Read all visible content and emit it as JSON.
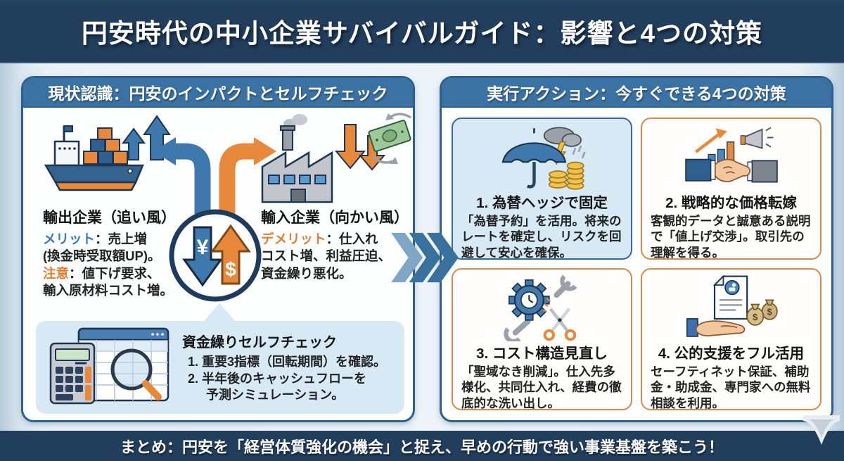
{
  "title": "円安時代の中小企業サバイバルガイド：影響と4つの対策",
  "left_panel": {
    "header": "現状認識：円安のインパクトとセルフチェック",
    "export": {
      "title": "輸出企業（追い風）",
      "merit_label": "メリット",
      "merit_text": "：売上増",
      "merit_text2": "(換金時受取額UP)。",
      "caution_label": "注意",
      "caution_text": "：値下げ要求、",
      "caution_text2": "輸入原材料コスト増。"
    },
    "import": {
      "title": "輸入企業（向かい風）",
      "demerit_label": "デメリット",
      "demerit_text": "：仕入れ",
      "demerit_text2": "コスト増、利益圧迫、",
      "demerit_text3": "資金繰り悪化。"
    },
    "currency": {
      "yen": "¥",
      "dollar": "$"
    },
    "selfcheck": {
      "title": "資金繰りセルフチェック",
      "item1": "1. 重要3指標（回転期間）を確認。",
      "item2": "2. 半年後のキャッシュフローを",
      "item2b": "予測シミュレーション。"
    }
  },
  "right_panel": {
    "header": "実行アクション：今すぐできる4つの対策",
    "cards": [
      {
        "title": "1. 為替ヘッジで固定",
        "body": "「為替予約」を活用。将来のレートを確定し、リスクを回避して安心を確保。",
        "icon": "umbrella-storm-coins-icon"
      },
      {
        "title": "2. 戦略的な価格転嫁",
        "body": "客観的データと誠意ある説明で「値上げ交渉」。取引先の理解を得る。",
        "icon": "handshake-chart-megaphone-icon"
      },
      {
        "title": "3. コスト構造見直し",
        "body": "「聖域なき削減」。仕入先多様化、共同仕入れ、経費の徹底的な洗い出し。",
        "icon": "gear-wrench-scissors-icon"
      },
      {
        "title": "4. 公的支援をフル活用",
        "body": "セーフティネット保証、補助金・助成金、専門家への無料相談を利用。",
        "icon": "hand-document-moneybags-icon"
      }
    ]
  },
  "footer": "まとめ：円安を「経営体質強化の機会」と捉え、早めの行動で強い事業基盤を築こう！",
  "colors": {
    "banner_navy": "#223e5d",
    "header_blue": "#3b72a4",
    "panel_border_blue": "#2c6092",
    "accent_blue": "#3e78ad",
    "accent_orange": "#e8883a",
    "label_blue": "#3a7bb0",
    "label_orange": "#e07f33",
    "light_blue_bg": "#d7e9f5",
    "card_orange_border": "#d8884a"
  }
}
